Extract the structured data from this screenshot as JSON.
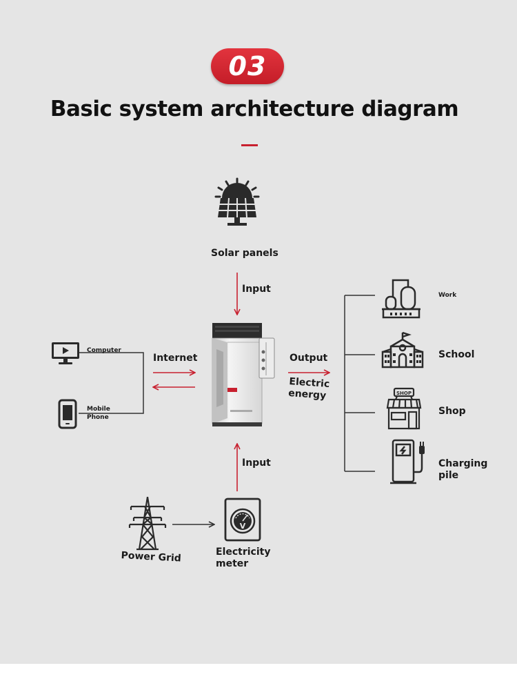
{
  "badge": "03",
  "title": "Basic system architecture diagram",
  "nodes": {
    "solar": "Solar panels",
    "computer": "Computer",
    "mobile": "Mobile\nPhone",
    "work": "Work",
    "school": "School",
    "shop": "Shop",
    "shop_sign": "SHOP",
    "charging": "Charging\npile",
    "grid": "Power Grid",
    "meter": "Electricity\nmeter",
    "meter_symbol": "V"
  },
  "edges": {
    "input_top": "Input",
    "input_bottom": "Input",
    "internet": "Internet",
    "output": "Output",
    "electric": "Electric\nenergy"
  },
  "colors": {
    "accent": "#c8202f",
    "line": "#333333",
    "icon": "#2a2a2a"
  }
}
